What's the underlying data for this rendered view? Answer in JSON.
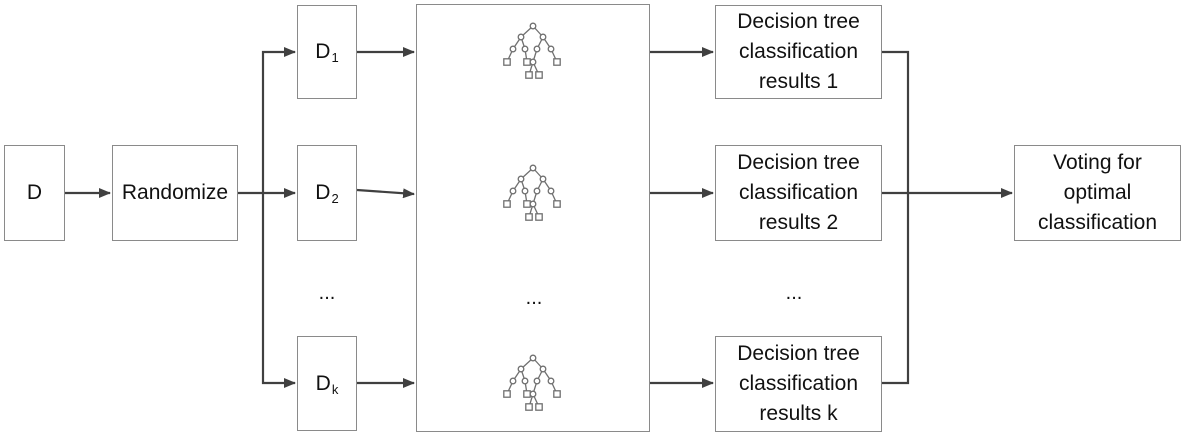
{
  "nodes": {
    "d": "D",
    "randomize": "Randomize",
    "subsets": [
      {
        "main": "D",
        "sub": "1"
      },
      {
        "main": "D",
        "sub": "2"
      },
      {
        "main": "D",
        "sub": "k"
      }
    ],
    "subset_ellipsis": "...",
    "forest_ellipsis": "...",
    "results": [
      "Decision tree\nclassification\nresults 1",
      "Decision tree\nclassification\nresults 2",
      "Decision tree\nclassification\nresults k"
    ],
    "results_ellipsis": "...",
    "voting": "Voting for\noptimal\nclassification"
  },
  "icons": [
    "decision-tree-icon",
    "decision-tree-icon",
    "decision-tree-icon"
  ],
  "colors": {
    "arrow": "#404040",
    "border": "#8a8a8a",
    "tree": "#707070"
  }
}
